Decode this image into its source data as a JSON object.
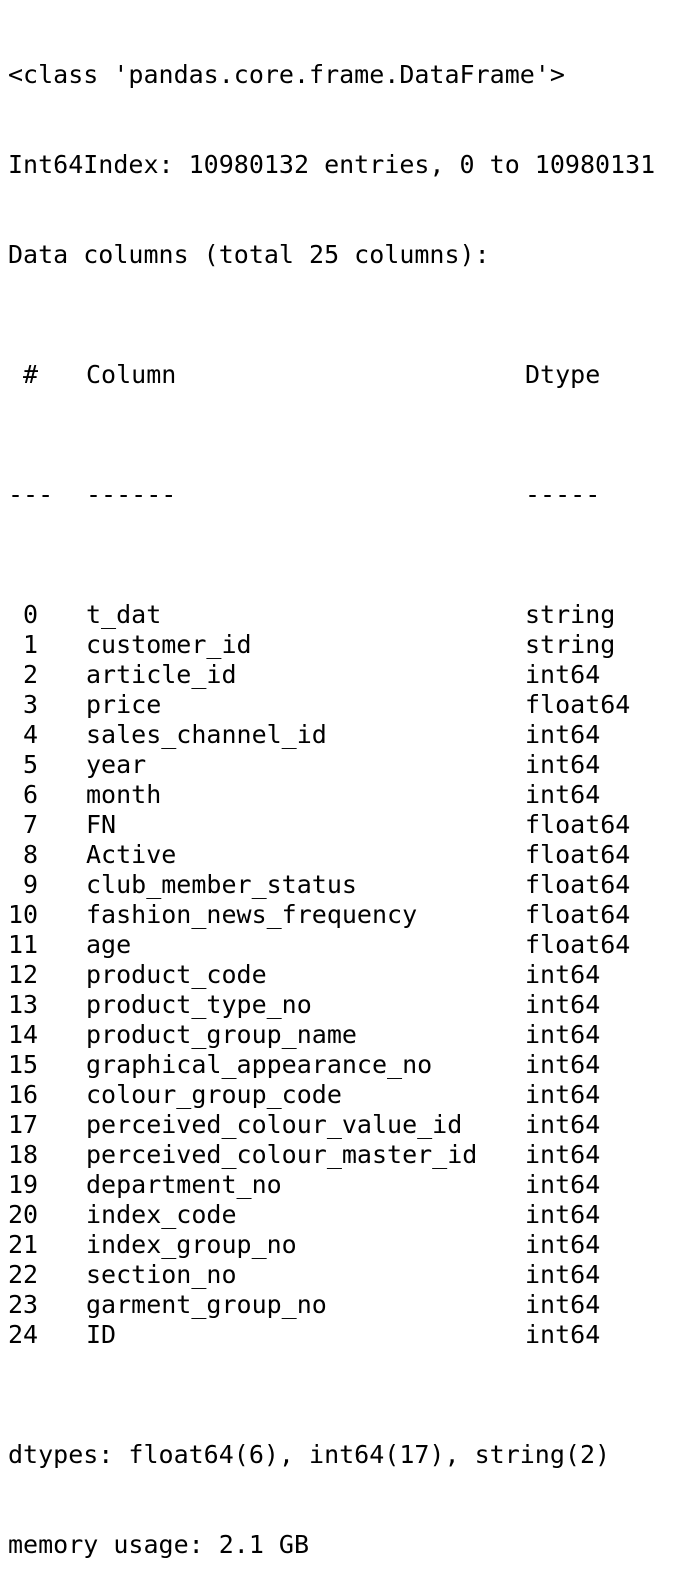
{
  "header": {
    "class_line": "<class 'pandas.core.frame.DataFrame'>",
    "index_line": "Int64Index: 10980132 entries, 0 to 10980131",
    "columns_line": "Data columns (total 25 columns):"
  },
  "table": {
    "headers": {
      "num": "#",
      "column": "Column",
      "dtype": "Dtype"
    },
    "separators": {
      "num": "---",
      "column": "------",
      "dtype": "-----"
    },
    "rows": [
      {
        "num": "0",
        "column": "t_dat",
        "dtype": "string"
      },
      {
        "num": "1",
        "column": "customer_id",
        "dtype": "string"
      },
      {
        "num": "2",
        "column": "article_id",
        "dtype": "int64"
      },
      {
        "num": "3",
        "column": "price",
        "dtype": "float64"
      },
      {
        "num": "4",
        "column": "sales_channel_id",
        "dtype": "int64"
      },
      {
        "num": "5",
        "column": "year",
        "dtype": "int64"
      },
      {
        "num": "6",
        "column": "month",
        "dtype": "int64"
      },
      {
        "num": "7",
        "column": "FN",
        "dtype": "float64"
      },
      {
        "num": "8",
        "column": "Active",
        "dtype": "float64"
      },
      {
        "num": "9",
        "column": "club_member_status",
        "dtype": "float64"
      },
      {
        "num": "10",
        "column": "fashion_news_frequency",
        "dtype": "float64"
      },
      {
        "num": "11",
        "column": "age",
        "dtype": "float64"
      },
      {
        "num": "12",
        "column": "product_code",
        "dtype": "int64"
      },
      {
        "num": "13",
        "column": "product_type_no",
        "dtype": "int64"
      },
      {
        "num": "14",
        "column": "product_group_name",
        "dtype": "int64"
      },
      {
        "num": "15",
        "column": "graphical_appearance_no",
        "dtype": "int64"
      },
      {
        "num": "16",
        "column": "colour_group_code",
        "dtype": "int64"
      },
      {
        "num": "17",
        "column": "perceived_colour_value_id",
        "dtype": "int64"
      },
      {
        "num": "18",
        "column": "perceived_colour_master_id",
        "dtype": "int64"
      },
      {
        "num": "19",
        "column": "department_no",
        "dtype": "int64"
      },
      {
        "num": "20",
        "column": "index_code",
        "dtype": "int64"
      },
      {
        "num": "21",
        "column": "index_group_no",
        "dtype": "int64"
      },
      {
        "num": "22",
        "column": "section_no",
        "dtype": "int64"
      },
      {
        "num": "23",
        "column": "garment_group_no",
        "dtype": "int64"
      },
      {
        "num": "24",
        "column": "ID",
        "dtype": "int64"
      }
    ]
  },
  "footer": {
    "dtypes_line": "dtypes: float64(6), int64(17), string(2)",
    "memory_line": "memory usage: 2.1 GB"
  }
}
